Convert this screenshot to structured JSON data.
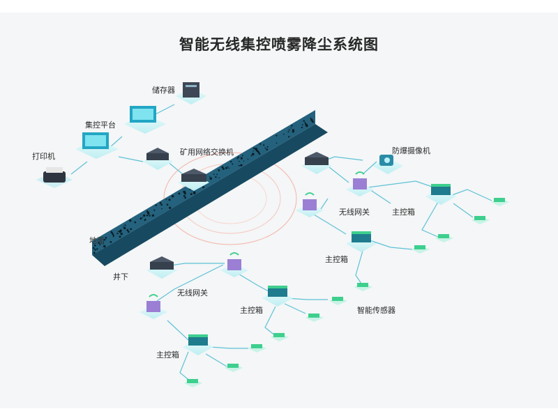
{
  "title": "智能无线集控喷雾降尘系统图",
  "labels": {
    "storage": "储存器",
    "control_platform": "集控平台",
    "printer": "打印机",
    "switch": "矿用网络交换机",
    "camera": "防爆摄像机",
    "gateway_surface": "无线网关",
    "main_box_surface_right": "主控箱",
    "main_box_surface_lower": "主控箱",
    "ground": "地面",
    "underground": "井下",
    "gateway_under": "无线网关",
    "main_box_under": "主控箱",
    "sensor": "智能传感器",
    "main_box_under_lower": "主控箱"
  },
  "colors": {
    "line": "#5ec1d6",
    "wall": "#235f7a",
    "device_dark": "#3f4a5a",
    "module_green": "#3ecf8e",
    "gateway_purple": "#9b7fd4"
  }
}
